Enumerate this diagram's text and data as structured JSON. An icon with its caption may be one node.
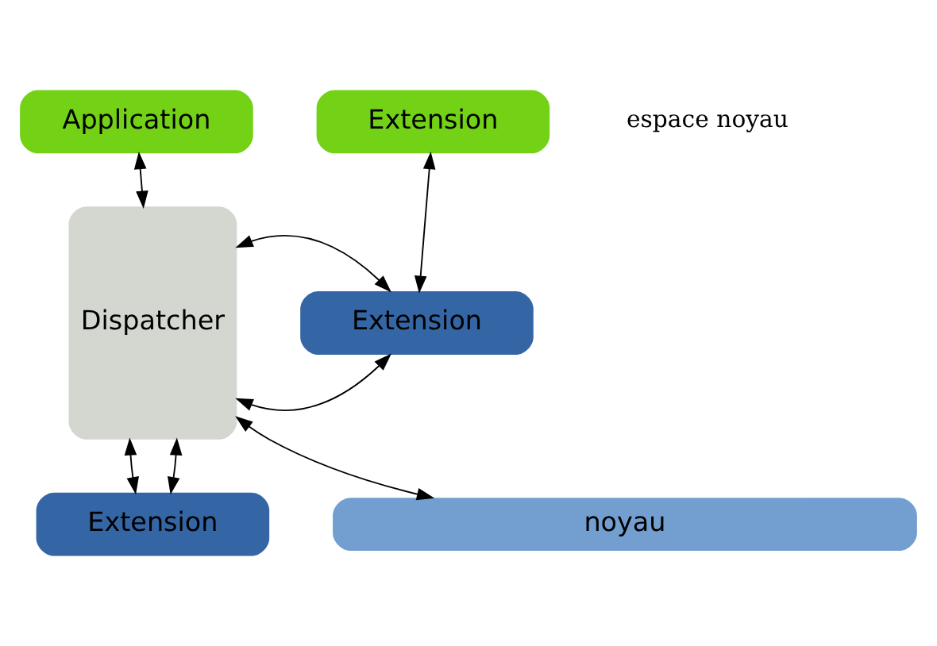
{
  "diagram": {
    "nodes": [
      {
        "text": [
          "Application"
        ]
      },
      {
        "text": [
          "Extension"
        ]
      },
      {
        "text": [
          "Dispatcher"
        ]
      },
      {
        "text": [
          "Extension"
        ]
      },
      {
        "text": [
          "Extension"
        ]
      },
      {
        "text": [
          "noyau"
        ]
      }
    ],
    "edges": [
      {
        "from": 0,
        "to": 2,
        "arrow": "both"
      },
      {
        "from": 1,
        "to": 3,
        "arrow": "both"
      },
      {
        "from": 2,
        "to": 3,
        "arrow": "both"
      },
      {
        "from": 2,
        "to": 3,
        "arrow": "both"
      },
      {
        "from": 2,
        "to": 4,
        "arrow": "both"
      },
      {
        "from": 2,
        "to": 4,
        "arrow": "both"
      },
      {
        "from": 2,
        "to": 5,
        "arrow": "both"
      }
    ],
    "labels": [
      "espace noyau"
    ]
  }
}
